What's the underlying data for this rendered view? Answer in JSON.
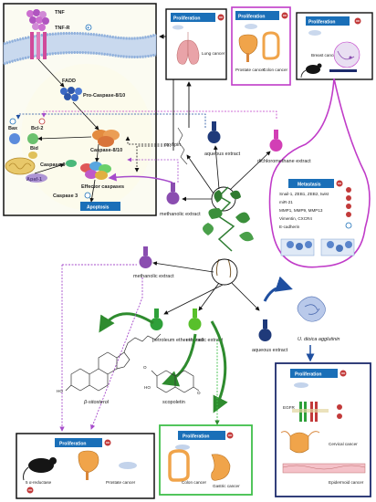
{
  "colors": {
    "header_blue": "#1a6fb8",
    "frame_black": "#111111",
    "frame_green": "#3fbf4a",
    "frame_purple": "#c03bc8",
    "frame_navy": "#1c2a6b",
    "arrow_green": "#2e8b2e",
    "arrow_purple": "#a64bcb",
    "arrow_blue": "#1f4fa0",
    "lung_pink": "#e9a3a8",
    "colon_orange": "#f0a44a",
    "mouse": "#151515",
    "cell_yellow": "#e8dc70",
    "flask_purple": "#8a4db0",
    "flask_pink": "#d23fb5",
    "flask_navy": "#1f3a7a",
    "flask_green": "#2fa03a",
    "flask_lime": "#58c02b"
  },
  "apoptosis_panel": {
    "tnf": "TNF",
    "tnf_r": "TNF-R",
    "fadd": "FADD",
    "pro_caspase": "Pro-Caspase-8/10",
    "bax": "Bax",
    "bcl2": "Bcl-2",
    "bid": "Bid",
    "caspase_8_10": "Caspase-8/10",
    "caspase_9": "Caspase-9",
    "apaf1": "Apaf-1",
    "effector": "Effector caspases",
    "caspase_3": "Caspase 3",
    "apoptosis": "Apoptosis"
  },
  "proliferation_label": "Proliferation",
  "top_boxes": {
    "lung": "Lung cancer",
    "prostate": "Prostate cancer",
    "colon": "Colon cancer",
    "breast": "Breast cancer"
  },
  "extracts": {
    "oxylipin": "oxylipin",
    "aqueous_top": "aqueous extract",
    "dichloromethane": "dichloromethane extract",
    "methanolic_upper": "methanolic extract",
    "methanolic_lower": "methanolic extract",
    "petroleum_ether": "petroleum ether extract",
    "ethanolic": "ethanolic extract",
    "aqueous_bottom": "aqueous extract",
    "agglutinin": "U. dioica agglutinin"
  },
  "compounds": {
    "sitosterol": "β-sitosterol",
    "scopoletin": "scopoletin"
  },
  "metastasis": {
    "title": "Metastasis",
    "items": [
      "Snail-1, ZEB1, ZEB2, twist",
      "miR-21",
      "MMP1, MMP9, MMP13",
      "Vimentin, CXCR4",
      "E-cadherin"
    ]
  },
  "bottom_boxes": {
    "left_enzyme": "5 α-reductase",
    "left_cancer": "Prostate cancer",
    "middle_colon": "Colon cancer",
    "middle_gastric": "Gastric cancer",
    "right_egfr": "EGFR",
    "right_cervical": "Cervical cancer",
    "right_epidermoid": "Epidermoid cancer"
  }
}
